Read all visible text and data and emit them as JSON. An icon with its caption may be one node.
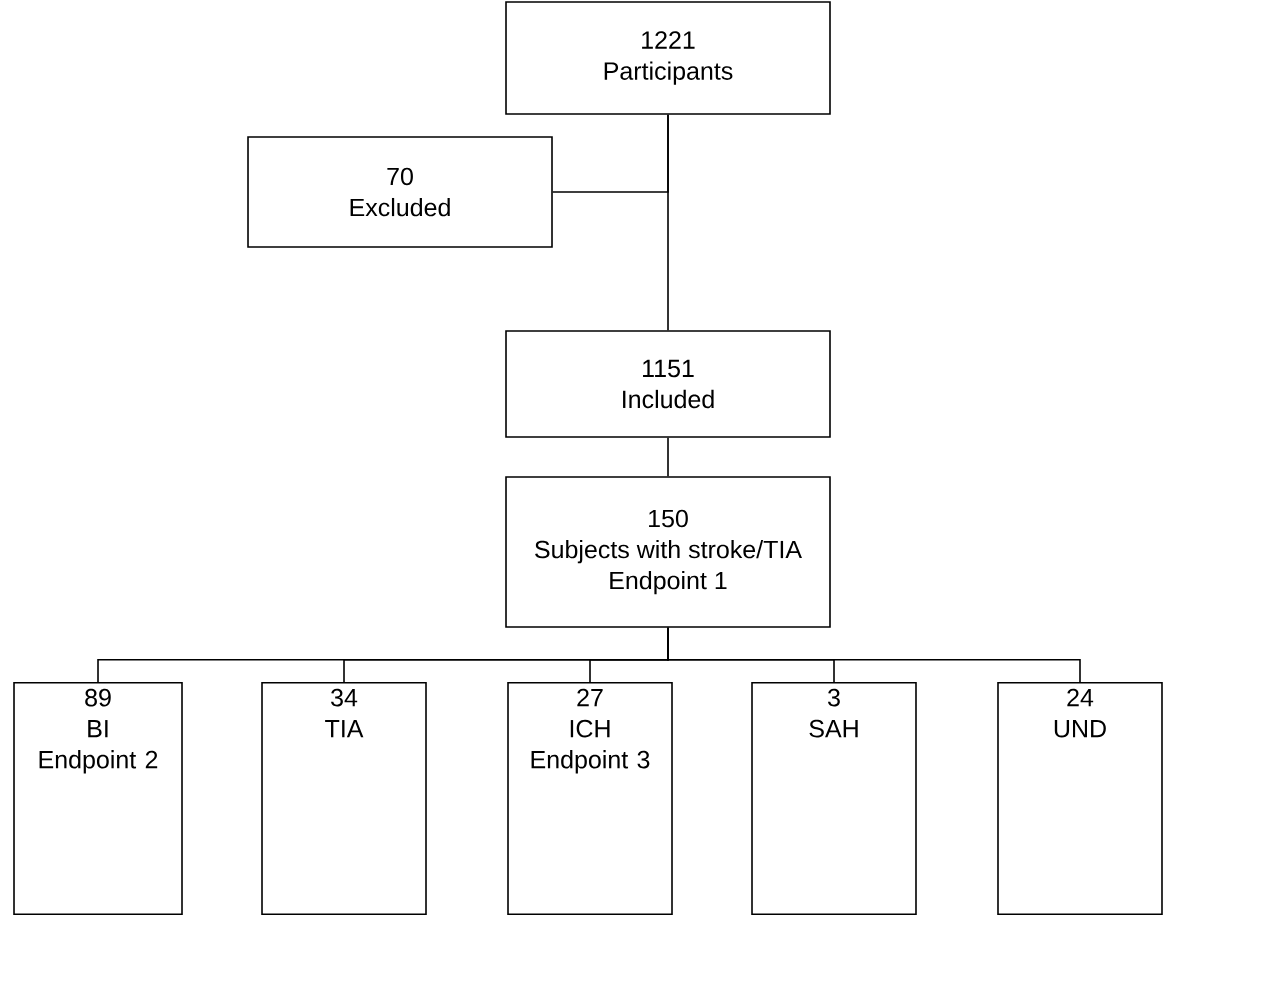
{
  "diagram": {
    "nodes": [
      {
        "text": [
          "1221",
          "Participants"
        ]
      },
      {
        "text": [
          "70",
          "Excluded"
        ]
      },
      {
        "text": [
          "1151",
          "Included"
        ]
      },
      {
        "text": [
          "150",
          "Subjects with stroke/TIA",
          "Endpoint 1"
        ]
      },
      {
        "text": [
          "89",
          "BI",
          "Endpoint 2"
        ]
      },
      {
        "text": [
          "34",
          "TIA"
        ]
      },
      {
        "text": [
          "27",
          "ICH",
          "Endpoint 3"
        ]
      },
      {
        "text": [
          "3",
          "SAH"
        ]
      },
      {
        "text": [
          "24",
          "UND"
        ]
      }
    ],
    "edges": [
      {
        "from": 0,
        "to": 2,
        "arrow": "none"
      },
      {
        "from": 0,
        "to": 1,
        "arrow": "none"
      },
      {
        "from": 2,
        "to": 3,
        "arrow": "none"
      },
      {
        "from": 3,
        "to": 4,
        "arrow": "none"
      },
      {
        "from": 3,
        "to": 5,
        "arrow": "none"
      },
      {
        "from": 3,
        "to": 6,
        "arrow": "none"
      },
      {
        "from": 3,
        "to": 7,
        "arrow": "none"
      },
      {
        "from": 3,
        "to": 8,
        "arrow": "none"
      }
    ]
  }
}
